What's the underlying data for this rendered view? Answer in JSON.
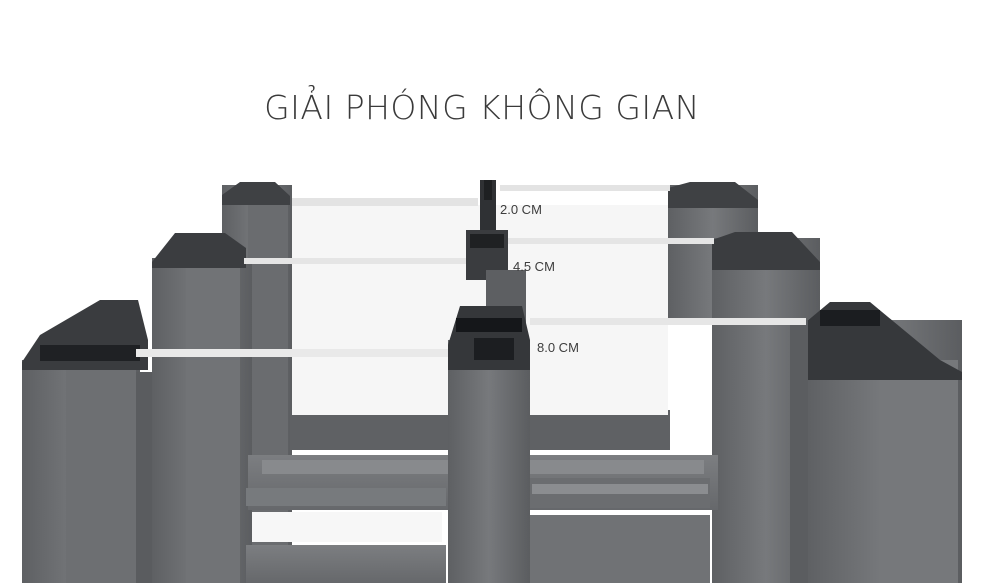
{
  "headline": "GIẢI PHÓNG KHÔNG GIAN",
  "dimensions": [
    {
      "label": "2.0 CM"
    },
    {
      "label": "4.5 CM"
    },
    {
      "label": "8.0 CM"
    }
  ],
  "colors": {
    "profile_face": "#6f7174",
    "profile_dark": "#4a4c4f",
    "profile_light": "#8c8e91",
    "glass": "#f4f4f4",
    "background": "#ffffff"
  }
}
